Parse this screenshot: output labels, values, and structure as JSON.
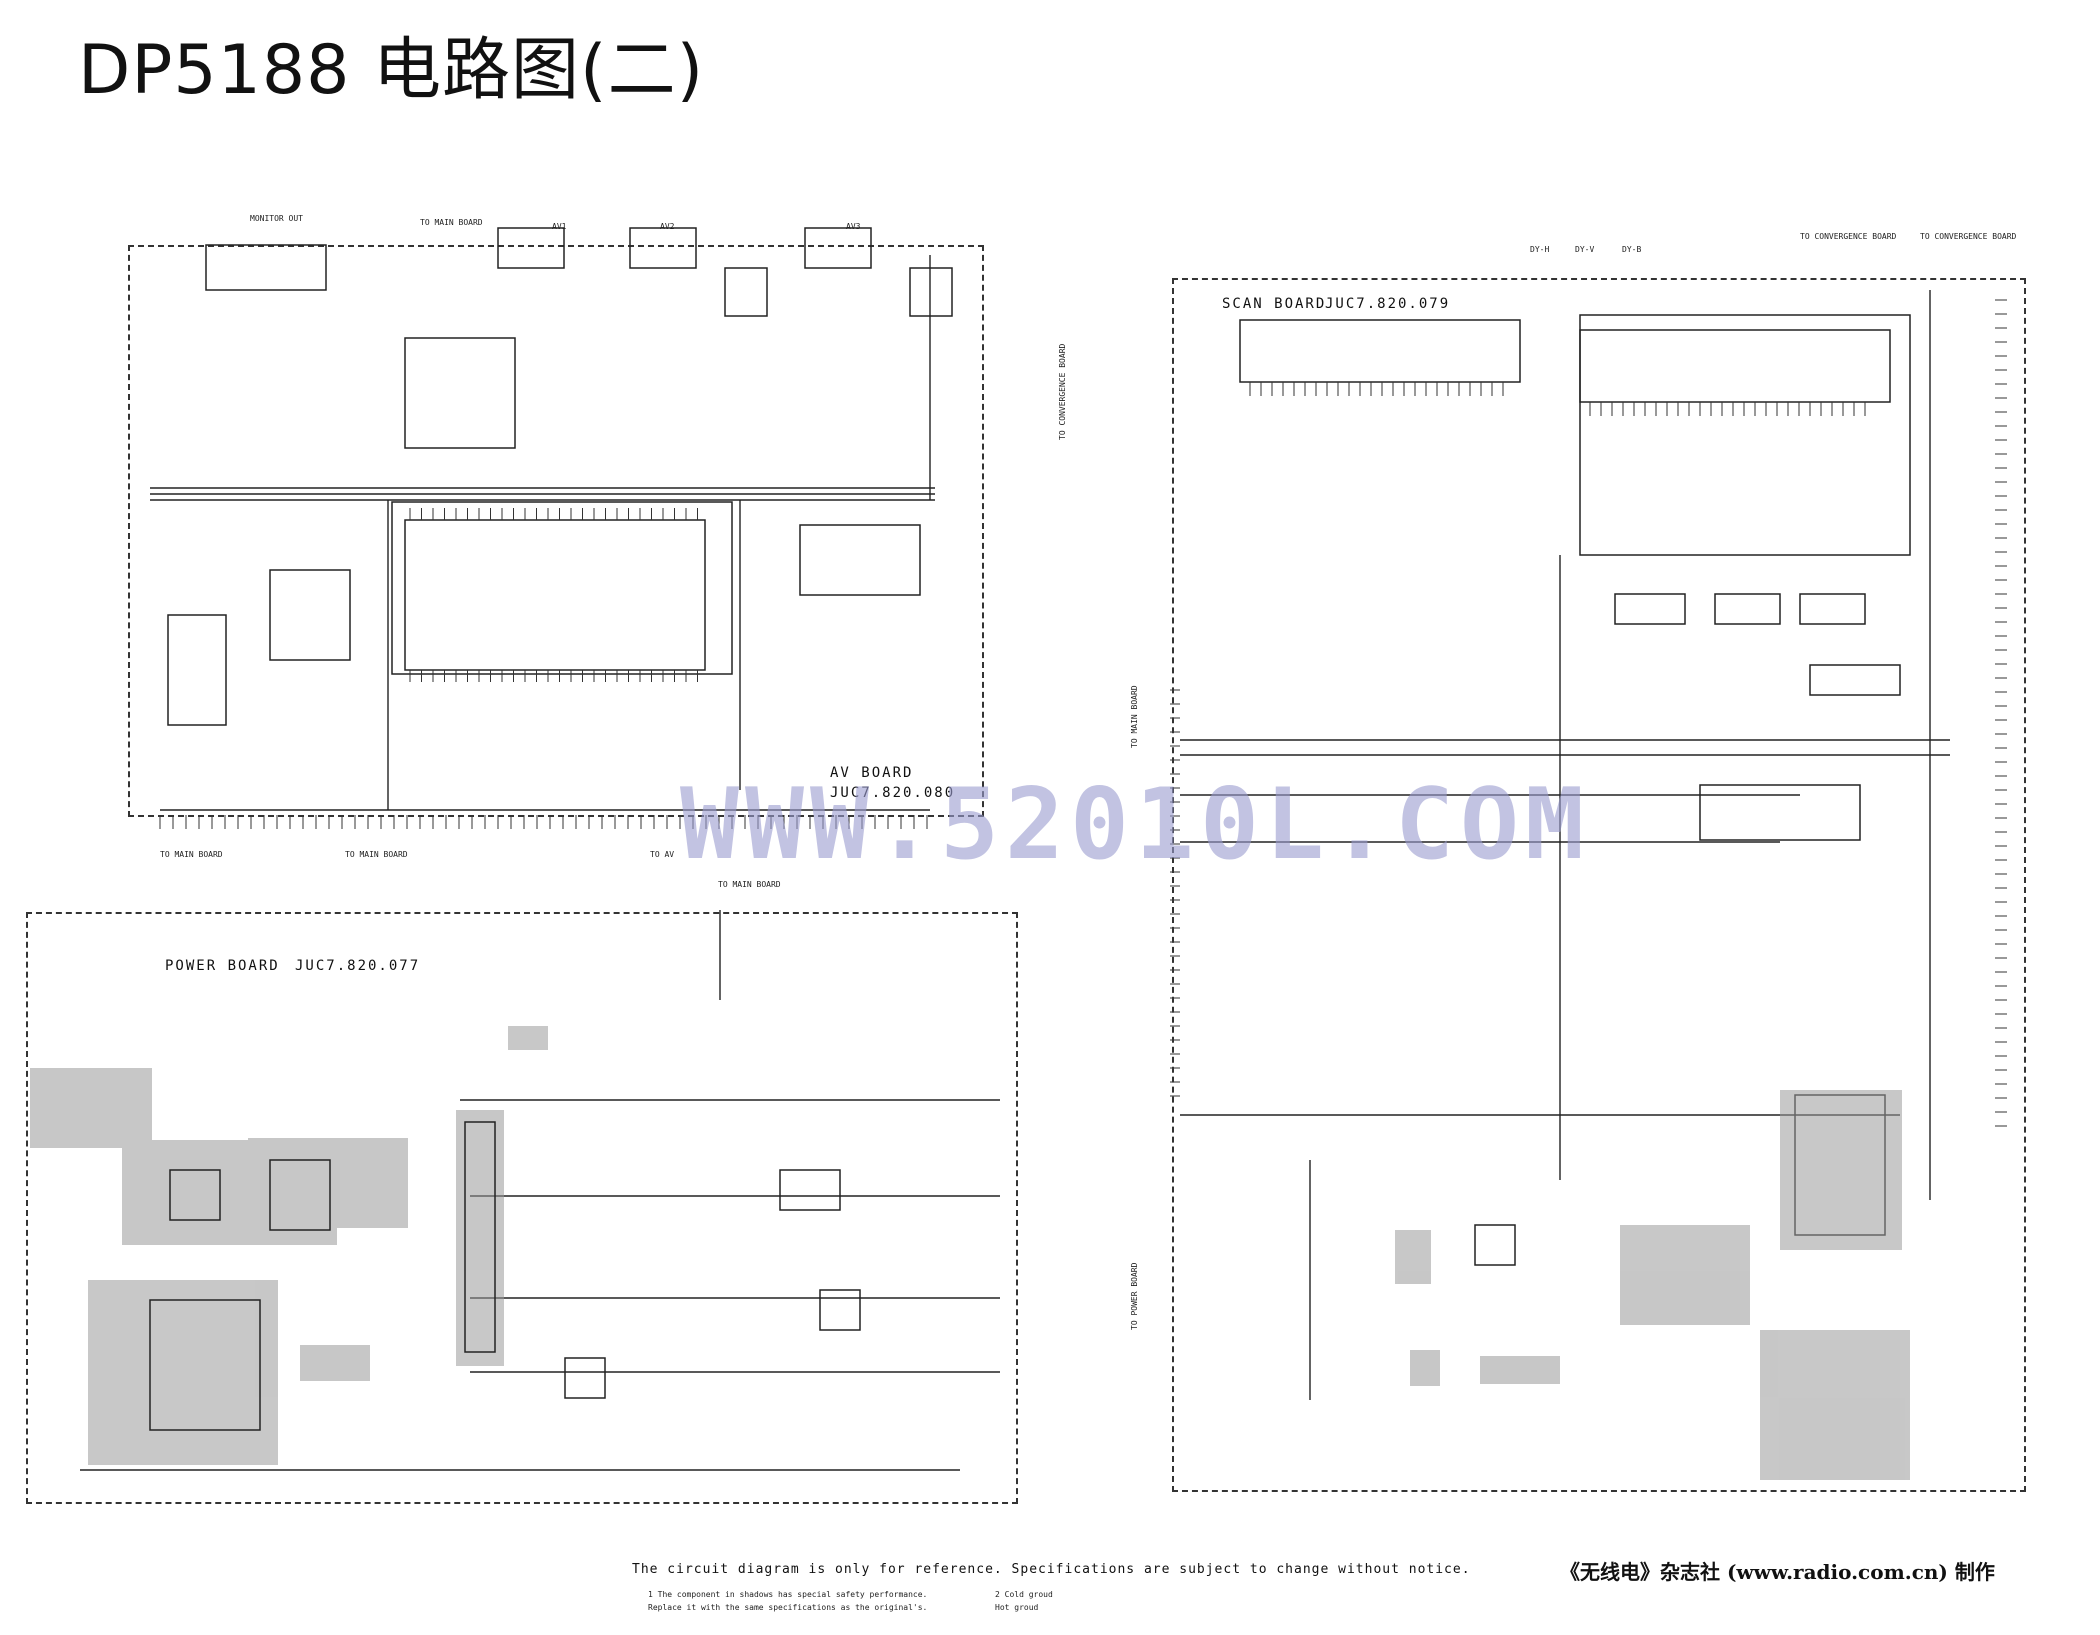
{
  "title": "DP5188 电路图(二)",
  "boards": {
    "av": {
      "name": "AV BOARD",
      "code": "JUC7.820.080"
    },
    "power": {
      "name": "POWER BOARD",
      "code": "JUC7.820.077"
    },
    "scan": {
      "name": "SCAN BOARD",
      "code": "JUC7.820.079"
    }
  },
  "connectors": {
    "av_top": [
      "MONITOR OUT",
      "TO MAIN BOARD",
      "AV1",
      "AV2",
      "AV3"
    ],
    "av_bottom": [
      "TO MAIN BOARD",
      "TO MAIN BOARD",
      "TO AV"
    ],
    "power_top": "TO MAIN BOARD",
    "scan_top": [
      "DY-H",
      "DY-V",
      "DY-B",
      "TO CONVERGENCE BOARD",
      "TO CONVERGENCE BOARD"
    ],
    "scan_left": [
      "TO CONVERGENCE BOARD",
      "TO MAIN BOARD",
      "TO POWER BOARD"
    ]
  },
  "watermark": "WWW.52010L.COM",
  "footer": {
    "notice": "The circuit diagram is only for reference. Specifications are subject to change without notice.",
    "note1": "1 The component in shadows has special safety performance.",
    "note2": "Replace it with the same specifications as the original's.",
    "cold_ground": "2 Cold groud",
    "hot_ground": "Hot groud",
    "credit": "《无线电》杂志社 (www.radio.com.cn) 制作"
  }
}
